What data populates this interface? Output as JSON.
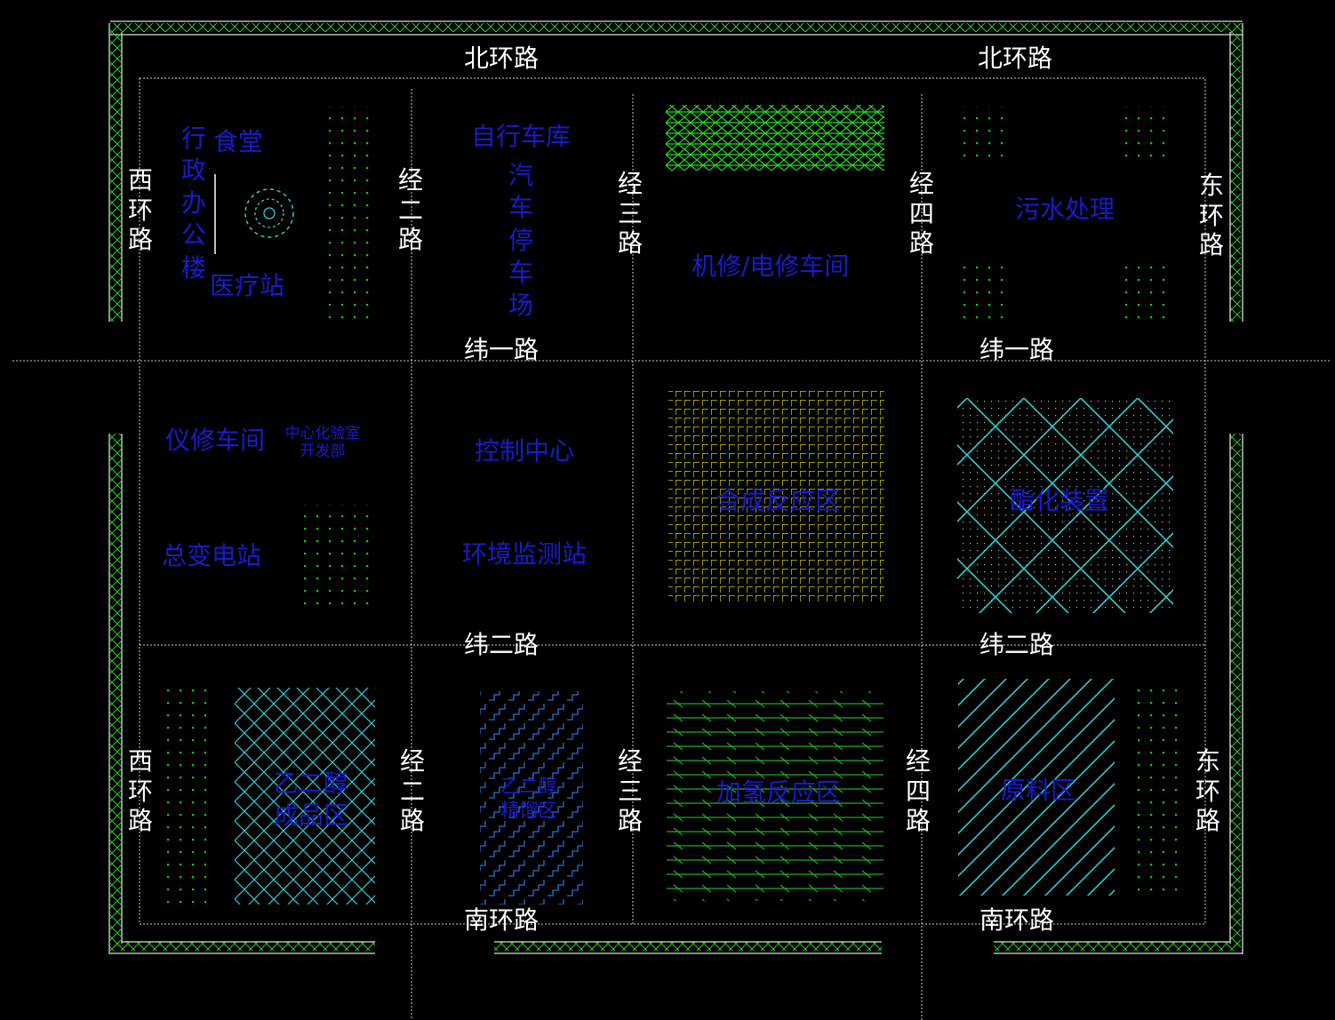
{
  "colors": {
    "background": "#000000",
    "road_text": "#ffffff",
    "area_text": "#1a1acc",
    "fence": "#22cc22",
    "greenery": "#00dd00",
    "hatch_cyan": "#33cccc",
    "hatch_yellow": "#cccc00",
    "hatch_green": "#22aa22",
    "hatch_blue": "#2a6fd0"
  },
  "roads": {
    "north_1": "北环路",
    "north_2": "北环路",
    "south_1": "南环路",
    "south_2": "南环路",
    "weft1_a": "纬一路",
    "weft1_b": "纬一路",
    "weft2_a": "纬二路",
    "weft2_b": "纬二路",
    "west_top": "西环路",
    "west_bottom": "西环路",
    "east_top": "东环路",
    "east_bottom": "东环路",
    "jing2_top": "经二路",
    "jing2_bottom": "经二路",
    "jing3_top": "经三路",
    "jing3_bottom": "经三路",
    "jing4_top": "经四路",
    "jing4_bottom": "经四路"
  },
  "areas": {
    "admin_building": "行政办公楼",
    "canteen": "食堂",
    "clinic": "医疗站",
    "bicycle_garage": "自行车库",
    "parking": "汽车停车场",
    "maintenance_workshop": "机修/电修车间",
    "sewage_treatment": "污水处理",
    "instrument_workshop": "仪修车间",
    "central_lab_line1": "中心化验室",
    "central_lab_line2": "开发部",
    "main_substation": "总变电站",
    "control_center": "控制中心",
    "env_monitoring": "环境监测站",
    "synthesis_zone": "合成反应区",
    "esterification_unit": "酯化装置",
    "eg_product_line1": "乙二醇",
    "eg_product_line2": "成品区",
    "eg_refining_line1": "乙二醇",
    "eg_refining_line2": "精馏区",
    "hydrogenation_zone": "加氢反应区",
    "raw_material_zone": "原料区"
  },
  "icons": {
    "fence": "fence-hatch-icon",
    "greenery": "greenery-dots-icon",
    "fountain": "fountain-icon"
  }
}
